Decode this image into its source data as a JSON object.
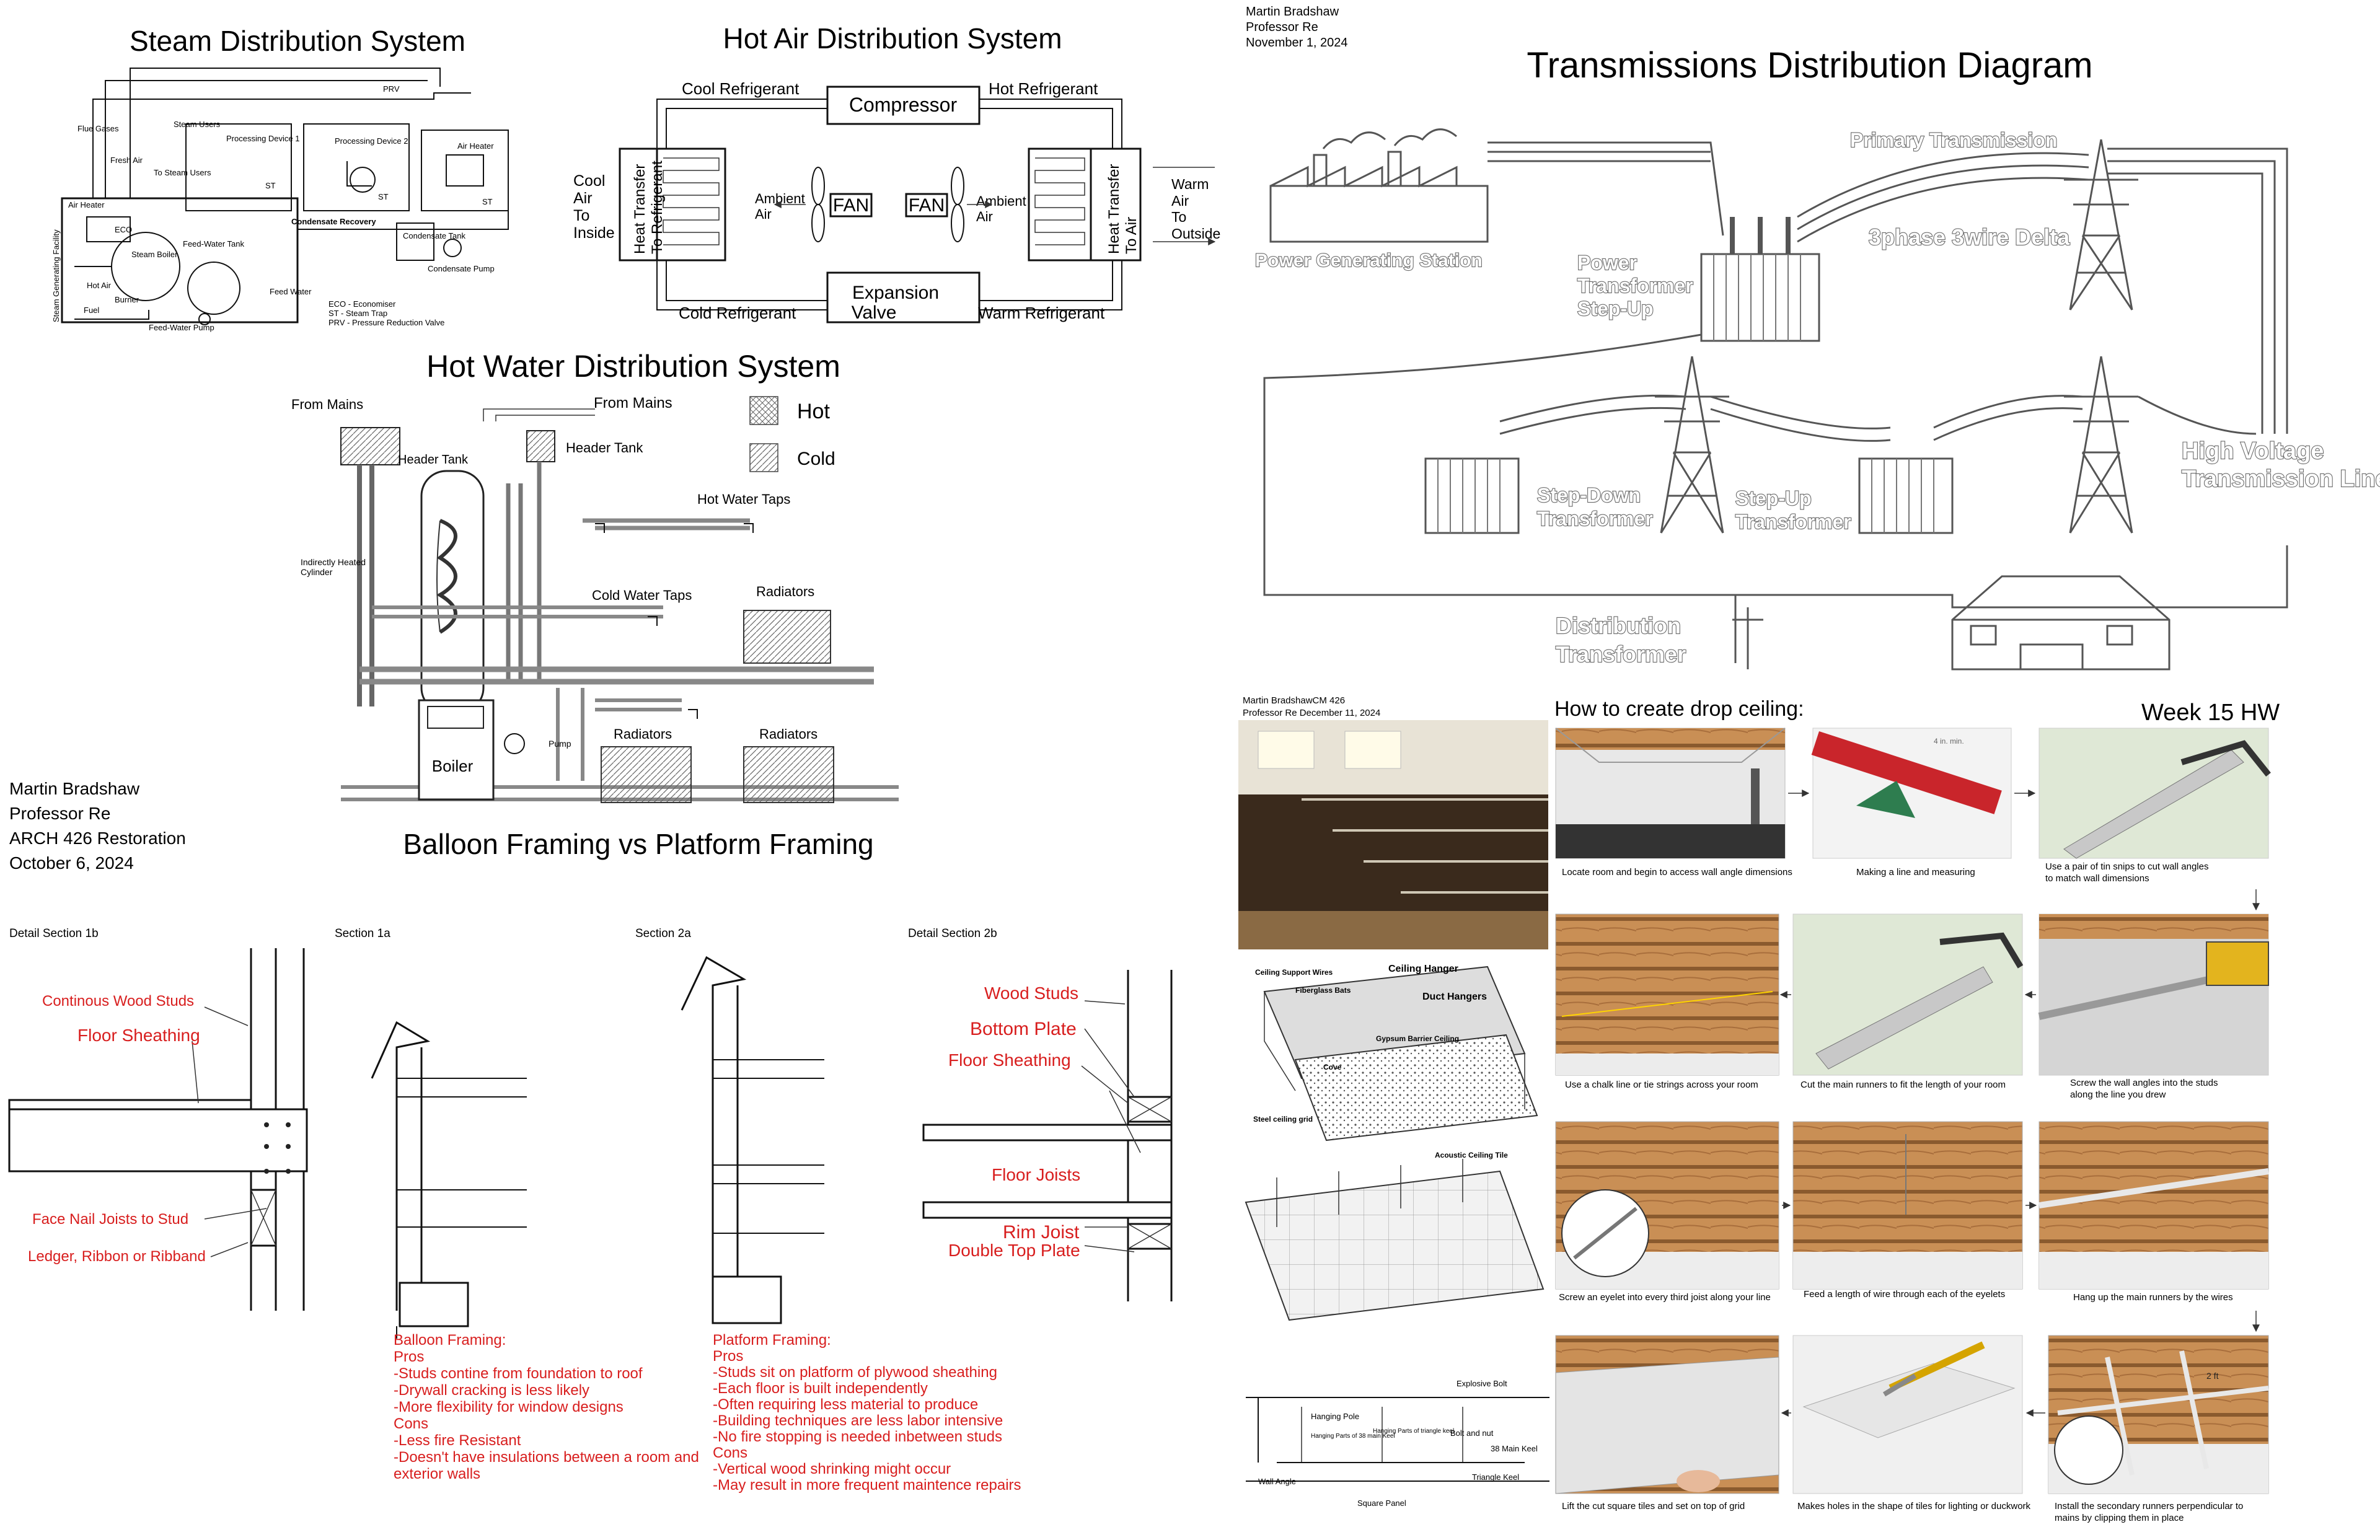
{
  "steam": {
    "title": "Steam Distribution System",
    "labels": [
      "Flue Gases",
      "Fresh Air",
      "To Steam Users",
      "Steam Users",
      "Processing Device 1",
      "Processing Device 2",
      "Air Heater",
      "PRV",
      "ST",
      "ST",
      "ST",
      "Air Heater",
      "ECO",
      "Steam Boiler",
      "Hot Air",
      "Burner",
      "Fuel",
      "Feed-Water Tank",
      "Feed Water",
      "Feed-Water Pump",
      "Condensate Recovery",
      "Condensate Tank",
      "Condensate Pump",
      "Steam Generating Facility"
    ],
    "legend": [
      "ECO - Economiser",
      "ST - Steam Trap",
      "PRV - Pressure Reduction Valve"
    ]
  },
  "hotair": {
    "title": "Hot Air Distribution System",
    "compressor": "Compressor",
    "expansion_1": "Expansion",
    "expansion_2": "Valve",
    "cool_refrigerant": "Cool Refrigerant",
    "hot_refrigerant": "Hot Refrigerant",
    "cold_refrigerant": "Cold Refrigerant",
    "warm_refrigerant": "Warm Refrigerant",
    "cool_air": [
      "Cool",
      "Air",
      "To",
      "Inside"
    ],
    "warm_air": [
      "Warm",
      "Air",
      "To",
      "Outside"
    ],
    "ht_left": [
      "Heat Transfer",
      "To Refrigerant"
    ],
    "ht_right": [
      "Heat Transfer",
      "To Air"
    ],
    "ambient_left": [
      "Ambient",
      "Air"
    ],
    "ambient_right": [
      "Ambient",
      "Air"
    ],
    "fan": "FAN"
  },
  "hotwater": {
    "title": "Hot Water Distribution System",
    "from_mains_1": "From Mains",
    "from_mains_2": "From Mains",
    "header_tank_1": "Header Tank",
    "header_tank_2": "Header Tank",
    "hot_water_taps": "Hot Water Taps",
    "cold_water_taps": "Cold Water Taps",
    "indirect_1": "Indirectly Heated",
    "indirect_2": "Cylinder",
    "radiators": [
      "Radiators",
      "Radiators",
      "Radiators"
    ],
    "boiler": "Boiler",
    "pump": "Pump",
    "legend_hot": "Hot",
    "legend_cold": "Cold"
  },
  "author_block_1": [
    "Martin Bradshaw",
    "Professor Re",
    "ARCH 426  Restoration",
    "October 6, 2024"
  ],
  "framing": {
    "title": "Balloon Framing vs Platform Framing",
    "sections": [
      "Detail Section 1b",
      "Section 1a",
      "Section 2a",
      "Detail Section 2b"
    ],
    "left_labels": [
      "Continous Wood Studs",
      "Floor Sheathing",
      "Face Nail Joists to Stud",
      "Ledger, Ribbon or Ribband"
    ],
    "right_labels": [
      "Wood Studs",
      "Bottom Plate",
      "Floor Sheathing",
      "Floor Joists",
      "Rim Joist",
      "Double Top Plate"
    ],
    "balloon_notes": [
      "Balloon Framing:",
      "Pros",
      "-Studs contine from foundation to roof",
      "-Drywall cracking is less likely",
      "-More flexibility for window designs",
      "Cons",
      "-Less fire Resistant",
      "-Doesn't have insulations between a room and",
      "exterior walls"
    ],
    "platform_notes": [
      "Platform Framing:",
      "Pros",
      "-Studs sit on platform of plywood sheathing",
      "-Each floor is built independently",
      "-Often requiring less material to produce",
      "-Building techniques are less labor intensive",
      "-No fire stopping is needed inbetween studs",
      "Cons",
      "-Vertical wood shrinking might occur",
      "-May result in more frequent maintence repairs"
    ]
  },
  "transmission": {
    "author": [
      "Martin Bradshaw",
      "Professor Re",
      "November 1, 2024"
    ],
    "title": "Transmissions Distribution Diagram",
    "power_station": "Power Generating Station",
    "primary": "Primary Transmission",
    "delta": "3phase 3wire Delta",
    "step_up_1": [
      "Power",
      "Transformer",
      "Step-Up"
    ],
    "step_down": [
      "Step-Down",
      "Transformer"
    ],
    "step_up_2": [
      "Step-Up",
      "Transformer"
    ],
    "hv_line": [
      "High Voltage",
      "Transmission Line"
    ],
    "distribution": [
      "Distribution",
      "Transformer"
    ]
  },
  "ceiling": {
    "author": [
      "Martin BradshawCM 426",
      "Professor Re     December 11, 2024"
    ],
    "title": "How to create drop ceiling:",
    "week": "Week 15 HW",
    "steps": [
      [
        "Locate room and begin to access wall angle dimensions"
      ],
      [
        "Making a line and measuring"
      ],
      [
        "Use a pair of tin snips to cut wall angles",
        "to match wall dimensions"
      ],
      [
        "Use a chalk line or tie strings across your room"
      ],
      [
        "Cut the main runners to fit the length of your room"
      ],
      [
        "Screw the wall angles into the studs",
        "along the line you drew"
      ],
      [
        "Screw an eyelet into every third joist along your line"
      ],
      [
        "Feed a length of wire through each of the eyelets"
      ],
      [
        "Hang up the main runners by the wires"
      ],
      [
        "Lift the cut square tiles and set on top of grid"
      ],
      [
        "Makes holes in the shape of tiles for lighting or duckwork"
      ],
      [
        "Install the secondary runners perpendicular to",
        "mains by clipping them in place"
      ]
    ],
    "diagram_labels": [
      "Ceiling Hanger",
      "Ceiling Support Wires",
      "Fiberglass Bats",
      "Duct Hangers",
      "Gypsum Barrier Ceiling",
      "Cove",
      "Steel ceiling grid",
      "Acoustic Ceiling Tile"
    ],
    "detail_labels": [
      "Explosive Bolt",
      "Hanging Pole",
      "Hanging Parts of triangle keel",
      "Hanging Parts of 38 main Keel",
      "Bolt and nut",
      "38 Main Keel",
      "Triangle Keel",
      "Wall Angle",
      "Square Panel"
    ],
    "measure_1": "4 in. min.",
    "measure_2": "2 ft"
  }
}
